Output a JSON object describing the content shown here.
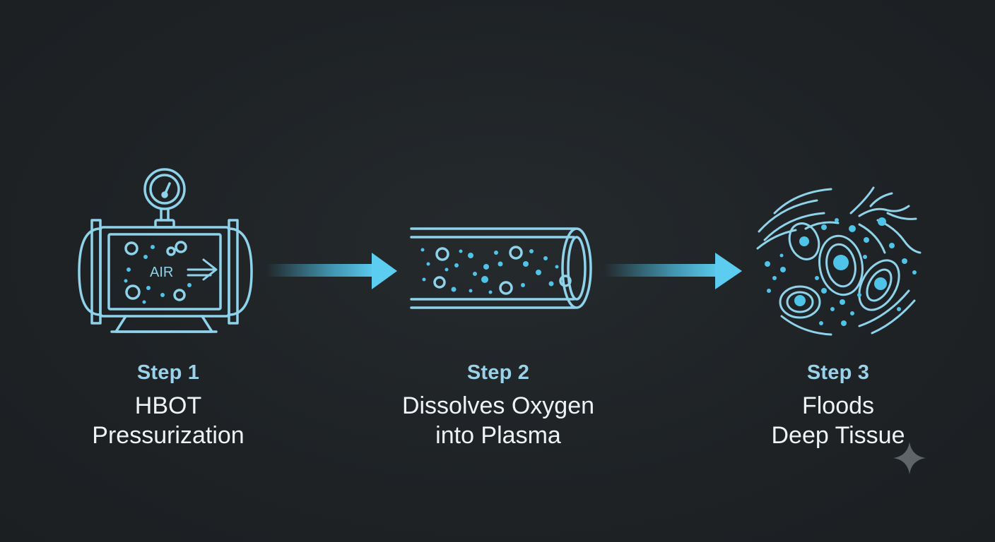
{
  "steps": [
    {
      "label": "Step 1",
      "title_line1": "HBOT",
      "title_line2": "Pressurization",
      "icon": "pressure-chamber-icon",
      "chamber_text": "AIR"
    },
    {
      "label": "Step 2",
      "title_line1": "Dissolves Oxygen",
      "title_line2": "into Plasma",
      "icon": "blood-vessel-icon"
    },
    {
      "label": "Step 3",
      "title_line1": "Floods",
      "title_line2": "Deep Tissue",
      "icon": "tissue-cells-icon"
    }
  ],
  "colors": {
    "background": "#1f2326",
    "line": "#8fd3ea",
    "accent": "#4fc3e8",
    "label": "#9ad2ea",
    "title": "#eef3f5"
  }
}
